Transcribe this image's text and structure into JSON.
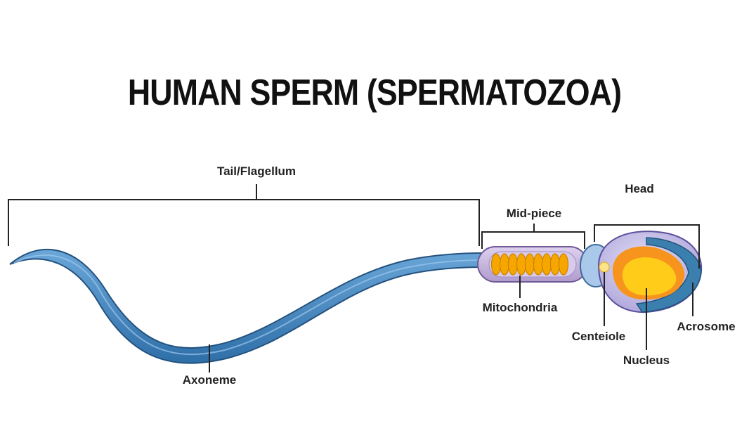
{
  "title": "HUMAN SPERM (SPERMATOZOA)",
  "labels": {
    "tail": "Tail/Flagellum",
    "midpiece": "Mid-piece",
    "head": "Head",
    "mitochondria": "Mitochondria",
    "centriole": "Centeiole",
    "nucleus": "Nucleus",
    "acrosome": "Acrosome",
    "axoneme": "Axoneme"
  },
  "colors": {
    "tail_fill": "#4a8cc4",
    "tail_outline": "#24527e",
    "midpiece_fill": "#c5b3de",
    "mitochondria_fill": "#f7a600",
    "head_fill": "#c2b8e6",
    "acrosome_fill": "#3a7fae",
    "nucleus_outer": "#f7941d",
    "nucleus_inner": "#ffcc1a",
    "centriole_fill": "#ffe38a",
    "line": "#222222"
  }
}
